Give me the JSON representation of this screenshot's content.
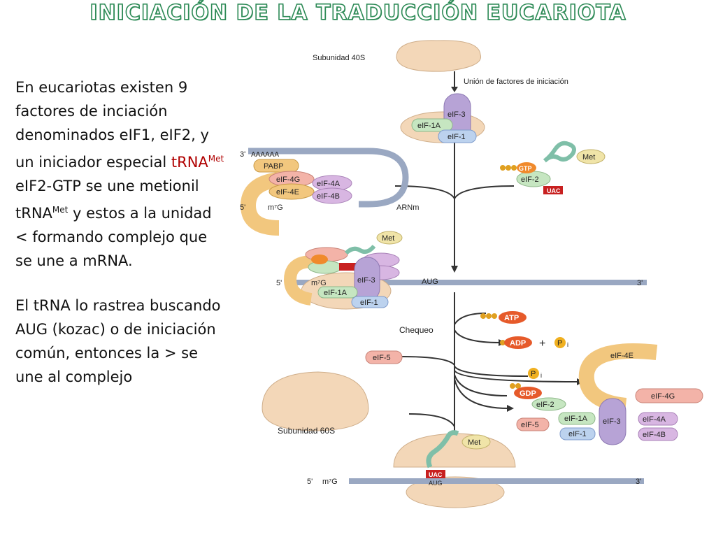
{
  "title": "INICIACIÓN DE LA TRADUCCIÓN EUCARIOTA",
  "left_text": {
    "p1_line1": "En eucariotas existen 9 factores de inciación denominados eIF1, eIF2, y un iniciador especial ",
    "p1_trna": "tRNA",
    "p1_sup": "Met",
    "p2_a": "eIF2-GTP se une metionil tRNA",
    "p2_sup": "Met",
    "p2_b": " y estos a la unidad < formando complejo que se une a mRNA.",
    "p3": "El tRNA lo rastrea buscando AUG (kozac) o de iniciación común, entonces la > se une al complejo"
  },
  "diagram": {
    "subunit_40s": "Subunidad 40S",
    "binding_factors": "Unión de factores de iniciación",
    "eif3": "eIF-3",
    "eif1a": "eIF-1A",
    "eif1": "eIF-1",
    "aaaaaa": "AAAAAA",
    "pabp": "PABP",
    "eif4g": "eIF-4G",
    "eif4a": "eIF-4A",
    "eif4e": "eIF-4E",
    "eif4b": "eIF-4B",
    "m7g": "m⁷G",
    "arnm": "ARNm",
    "three_prime": "3'",
    "five_prime": "5'",
    "met": "Met",
    "gtp": "GTP",
    "eif2": "eIF-2",
    "uac": "UAC",
    "aug": "AUG",
    "chequeo": "Chequeo",
    "atp": "ATP",
    "adp": "ADP",
    "plus": "+",
    "pi": "P",
    "pi_sub": "i",
    "eif5": "eIF-5",
    "gdp": "GDP",
    "subunit_60s": "Subunidad 60S"
  }
}
